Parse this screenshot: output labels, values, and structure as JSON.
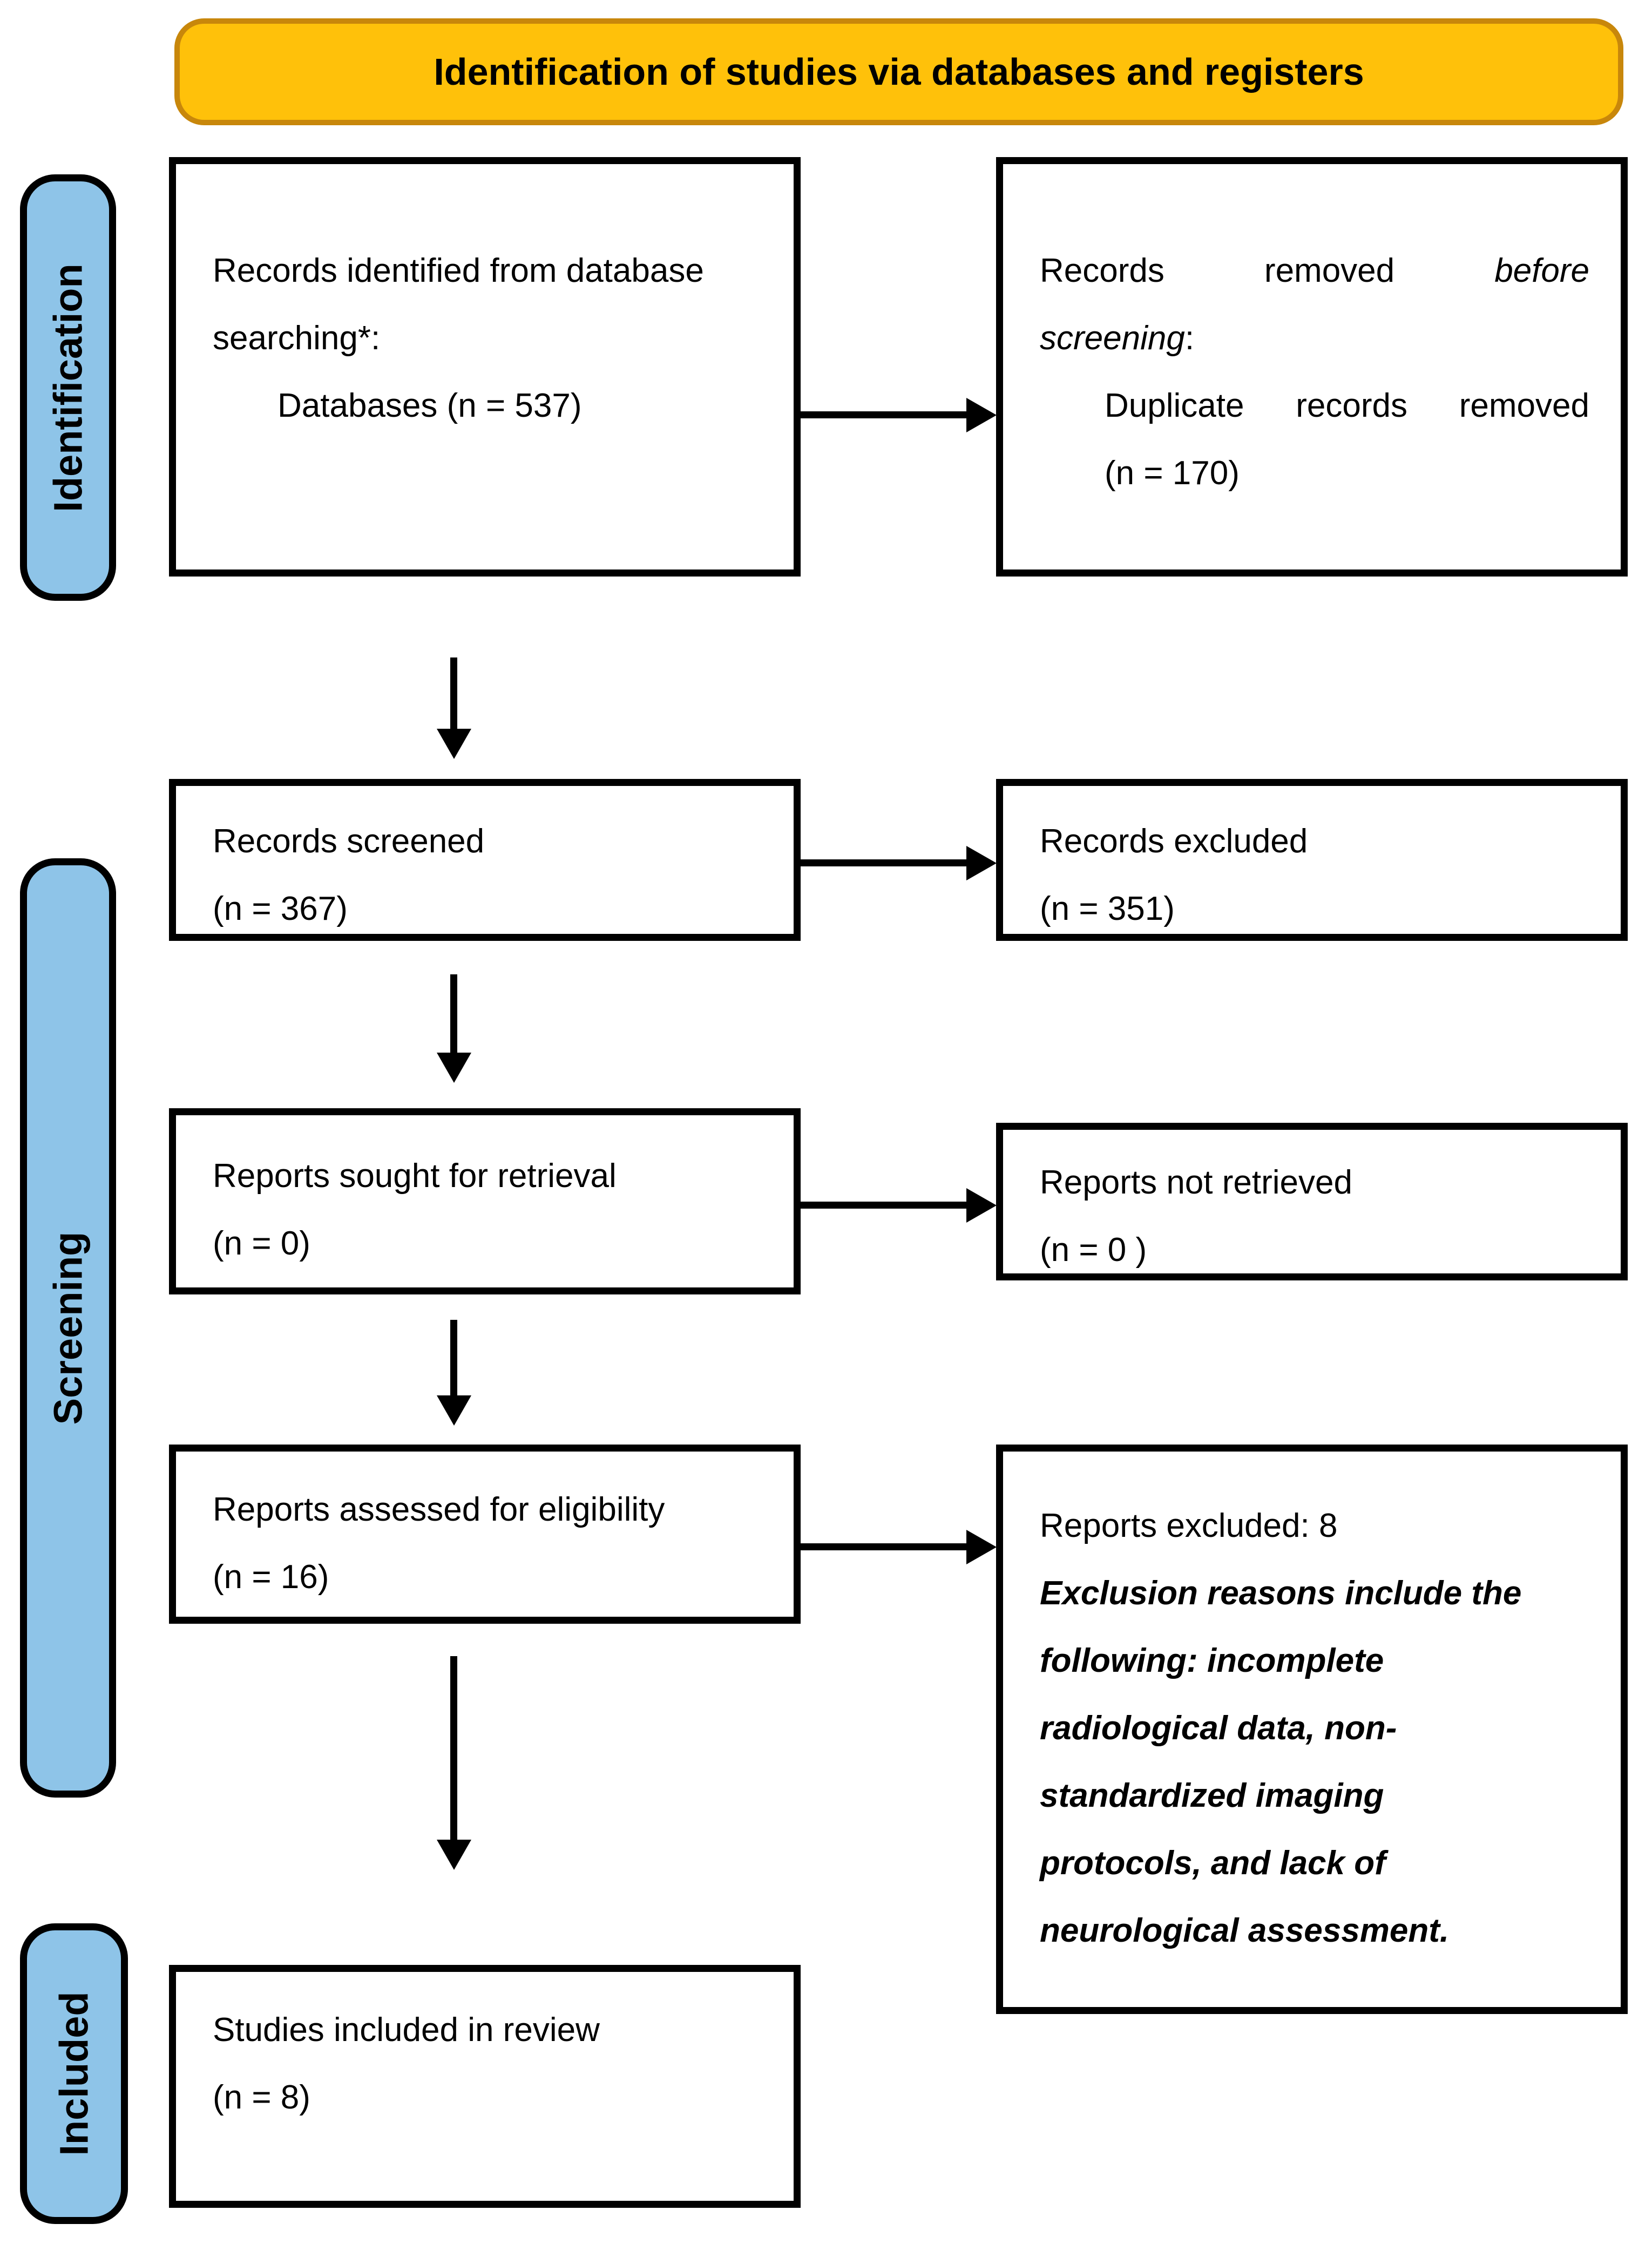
{
  "banner": {
    "title": "Identification of studies via databases and registers"
  },
  "side_labels": [
    {
      "label": "Identification"
    },
    {
      "label": "Screening"
    },
    {
      "label": "Included"
    }
  ],
  "colors": {
    "banner_fill": "#FFC10A",
    "banner_border": "#C8870B",
    "label_fill": "#8EC4E8",
    "box_border": "#000000",
    "arrow": "#000000"
  },
  "boxes": [
    {
      "id": "records-identified",
      "lines": [
        {
          "segments": [
            {
              "text": "Records identified from database"
            }
          ]
        },
        {
          "segments": [
            {
              "text": "searching*:"
            }
          ]
        },
        {
          "indent": true,
          "segments": [
            {
              "text": "Databases (n = 537)"
            }
          ]
        }
      ]
    },
    {
      "id": "records-removed-before-screening",
      "lines": [
        {
          "justify": true,
          "segments": [
            {
              "text": "Records"
            },
            {
              "text": "removed"
            },
            {
              "text": "before",
              "style": "italic"
            }
          ]
        },
        {
          "segments": [
            {
              "text": "screening",
              "style": "italic"
            },
            {
              "text": ":"
            }
          ]
        },
        {
          "indent": true,
          "justify": true,
          "segments": [
            {
              "text": "Duplicate"
            },
            {
              "text": "records"
            },
            {
              "text": "removed"
            }
          ]
        },
        {
          "indent": true,
          "segments": [
            {
              "text": "(n = 170)"
            }
          ]
        }
      ]
    },
    {
      "id": "records-screened",
      "lines": [
        {
          "segments": [
            {
              "text": "Records screened"
            }
          ]
        },
        {
          "segments": [
            {
              "text": "(n = 367)"
            }
          ]
        }
      ]
    },
    {
      "id": "records-excluded",
      "lines": [
        {
          "segments": [
            {
              "text": "Records excluded"
            }
          ]
        },
        {
          "segments": [
            {
              "text": "(n = 351)"
            }
          ]
        }
      ]
    },
    {
      "id": "reports-sought",
      "lines": [
        {
          "segments": [
            {
              "text": "Reports sought for retrieval"
            }
          ]
        },
        {
          "segments": [
            {
              "text": "(n = 0)"
            }
          ]
        }
      ]
    },
    {
      "id": "reports-not-retrieved",
      "lines": [
        {
          "segments": [
            {
              "text": "Reports not retrieved"
            }
          ]
        },
        {
          "segments": [
            {
              "text": "(n = 0 )"
            }
          ]
        }
      ]
    },
    {
      "id": "reports-assessed",
      "lines": [
        {
          "segments": [
            {
              "text": "Reports assessed for eligibility"
            }
          ]
        },
        {
          "segments": [
            {
              "text": "(n = 16)"
            }
          ]
        }
      ]
    },
    {
      "id": "reports-excluded",
      "lines": [
        {
          "segments": [
            {
              "text": "Reports excluded: 8"
            }
          ]
        },
        {
          "segments": [
            {
              "text": "Exclusion reasons include the",
              "style": "bold-italic"
            }
          ]
        },
        {
          "segments": [
            {
              "text": "following: incomplete",
              "style": "bold-italic"
            }
          ]
        },
        {
          "segments": [
            {
              "text": "radiological data, non-",
              "style": "bold-italic"
            }
          ]
        },
        {
          "segments": [
            {
              "text": "standardized imaging",
              "style": "bold-italic"
            }
          ]
        },
        {
          "segments": [
            {
              "text": "protocols, and lack of",
              "style": "bold-italic"
            }
          ]
        },
        {
          "segments": [
            {
              "text": "neurological assessment.",
              "style": "bold-italic"
            }
          ]
        }
      ]
    },
    {
      "id": "studies-included",
      "lines": [
        {
          "segments": [
            {
              "text": "Studies included in review"
            }
          ]
        },
        {
          "segments": [
            {
              "text": "(n = 8)"
            }
          ]
        }
      ]
    }
  ]
}
